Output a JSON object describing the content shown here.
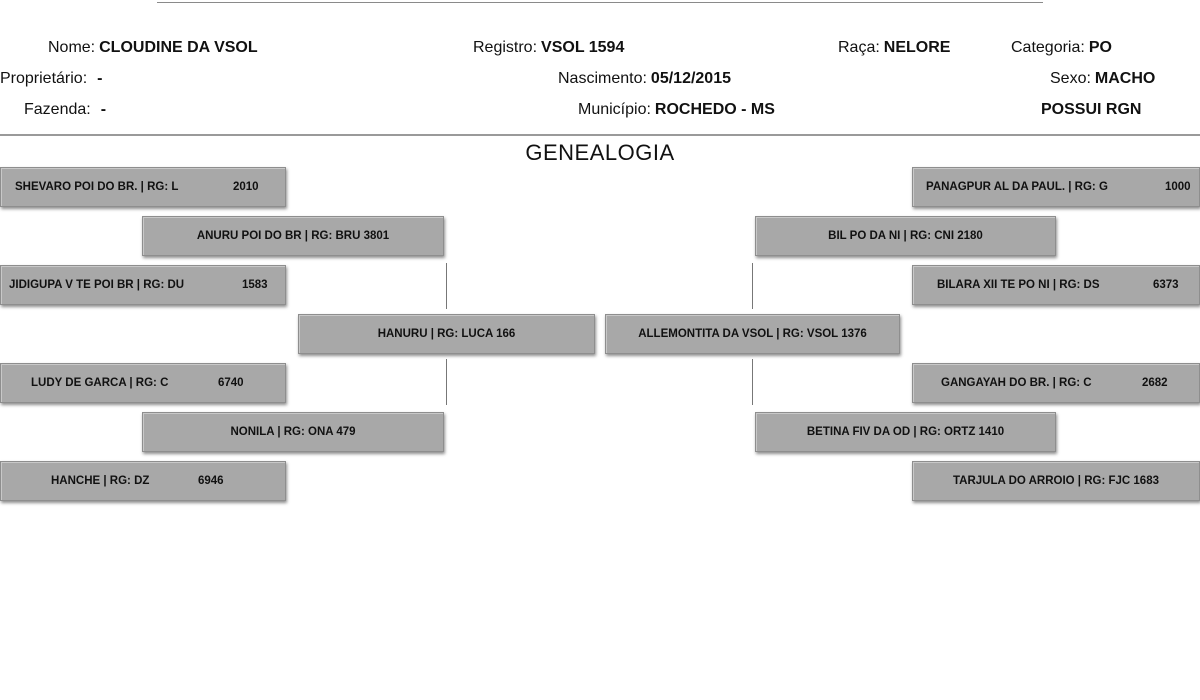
{
  "header": {
    "nome_label": "Nome:",
    "nome_value": "CLOUDINE DA VSOL",
    "registro_label": "Registro:",
    "registro_value": "VSOL 1594",
    "raca_label": "Raça:",
    "raca_value": "NELORE",
    "categoria_label": "Categoria:",
    "categoria_value": "PO",
    "proprietario_label": "Proprietário:",
    "proprietario_value": "-",
    "nascimento_label": "Nascimento:",
    "nascimento_value": "05/12/2015",
    "sexo_label": "Sexo:",
    "sexo_value": "MACHO",
    "fazenda_label": "Fazenda:",
    "fazenda_value": "-",
    "municipio_label": "Município:",
    "municipio_value": "ROCHEDO - MS",
    "rgn": "POSSUI RGN"
  },
  "genealogy": {
    "title": "GENEALOGIA",
    "left": {
      "gg1": {
        "name": "SHEVARO POI DO BR. | RG: L",
        "num": "2010"
      },
      "g1": {
        "name": "ANURU POI DO BR | RG: BRU 3801"
      },
      "gg2": {
        "name": "JIDIGUPA V TE POI BR | RG: DU",
        "num": "1583"
      },
      "p": {
        "name": "HANURU | RG: LUCA 166"
      },
      "gg3": {
        "name": "LUDY DE GARCA | RG: C",
        "num": "6740"
      },
      "g2": {
        "name": "NONILA | RG: ONA 479"
      },
      "gg4": {
        "name": "HANCHE | RG: DZ",
        "num": "6946"
      }
    },
    "right": {
      "gg1": {
        "name": "PANAGPUR AL DA PAUL. | RG: G",
        "num": "1000"
      },
      "g1": {
        "name": "BIL PO DA NI | RG: CNI 2180"
      },
      "gg2": {
        "name": "BILARA XII TE PO NI | RG: DS",
        "num": "6373"
      },
      "p": {
        "name": "ALLEMONTITA DA VSOL | RG: VSOL 1376"
      },
      "gg3": {
        "name": "GANGAYAH DO BR. | RG: C",
        "num": "2682"
      },
      "g2": {
        "name": "BETINA FIV DA OD | RG: ORTZ 1410"
      },
      "gg4": {
        "name": "TARJULA DO ARROIO | RG: FJC 1683"
      }
    }
  }
}
